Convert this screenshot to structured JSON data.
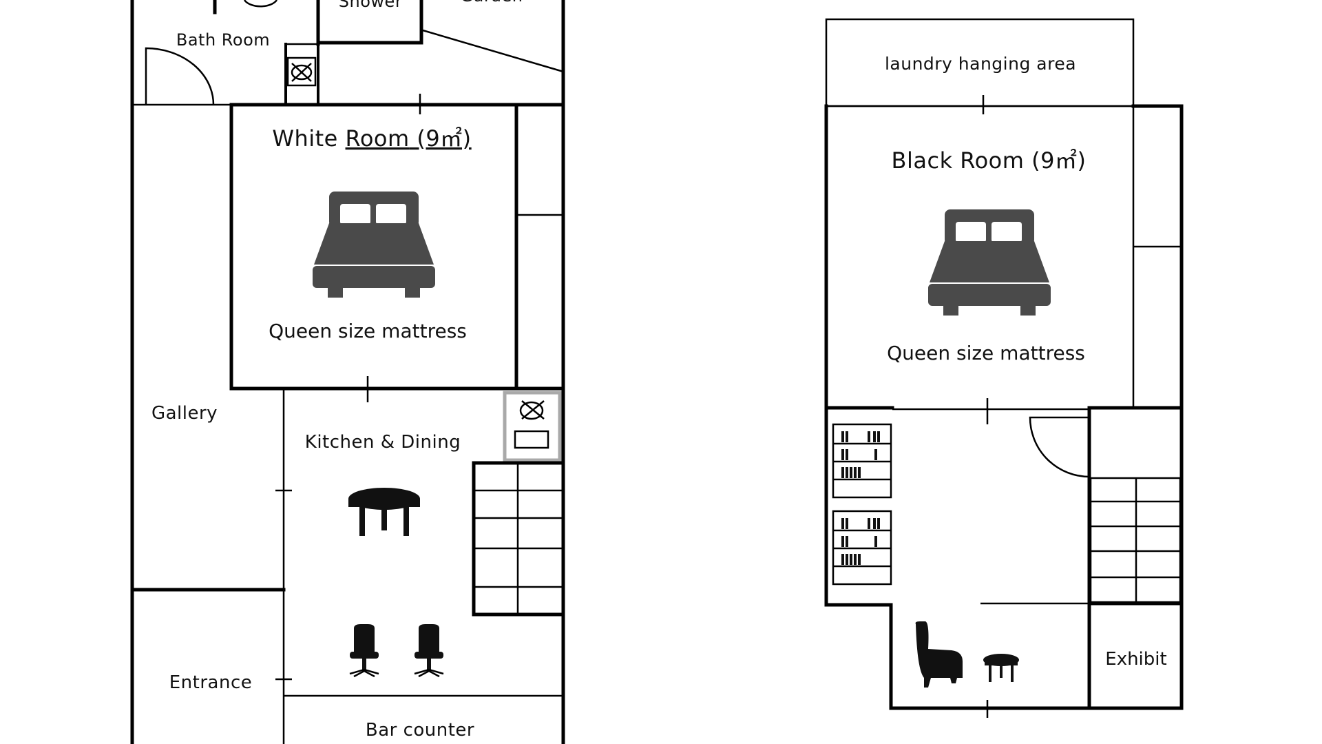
{
  "floor_left": {
    "rooms": {
      "shower": "Shower",
      "garden": "Garden",
      "bath_room": "Bath Room",
      "white_room_prefix": "White ",
      "white_room_underlined": "Room",
      "white_room_area": " (9㎡)",
      "white_room_bed_caption": "Queen size mattress",
      "gallery": "Gallery",
      "kitchen_dining": "Kitchen & Dining",
      "entrance": "Entrance",
      "bar_counter": "Bar counter"
    }
  },
  "floor_right": {
    "rooms": {
      "laundry": "laundry hanging area",
      "black_room": "Black Room (9㎡)",
      "black_room_bed_caption": "Queen size mattress",
      "exhibit": "Exhibit"
    }
  },
  "icons": [
    "toilet-icon",
    "sink-icon",
    "bed-icon",
    "round-table-icon",
    "office-chair-icon",
    "bookshelf-icon",
    "armchair-icon",
    "side-table-icon",
    "stove-icon"
  ]
}
